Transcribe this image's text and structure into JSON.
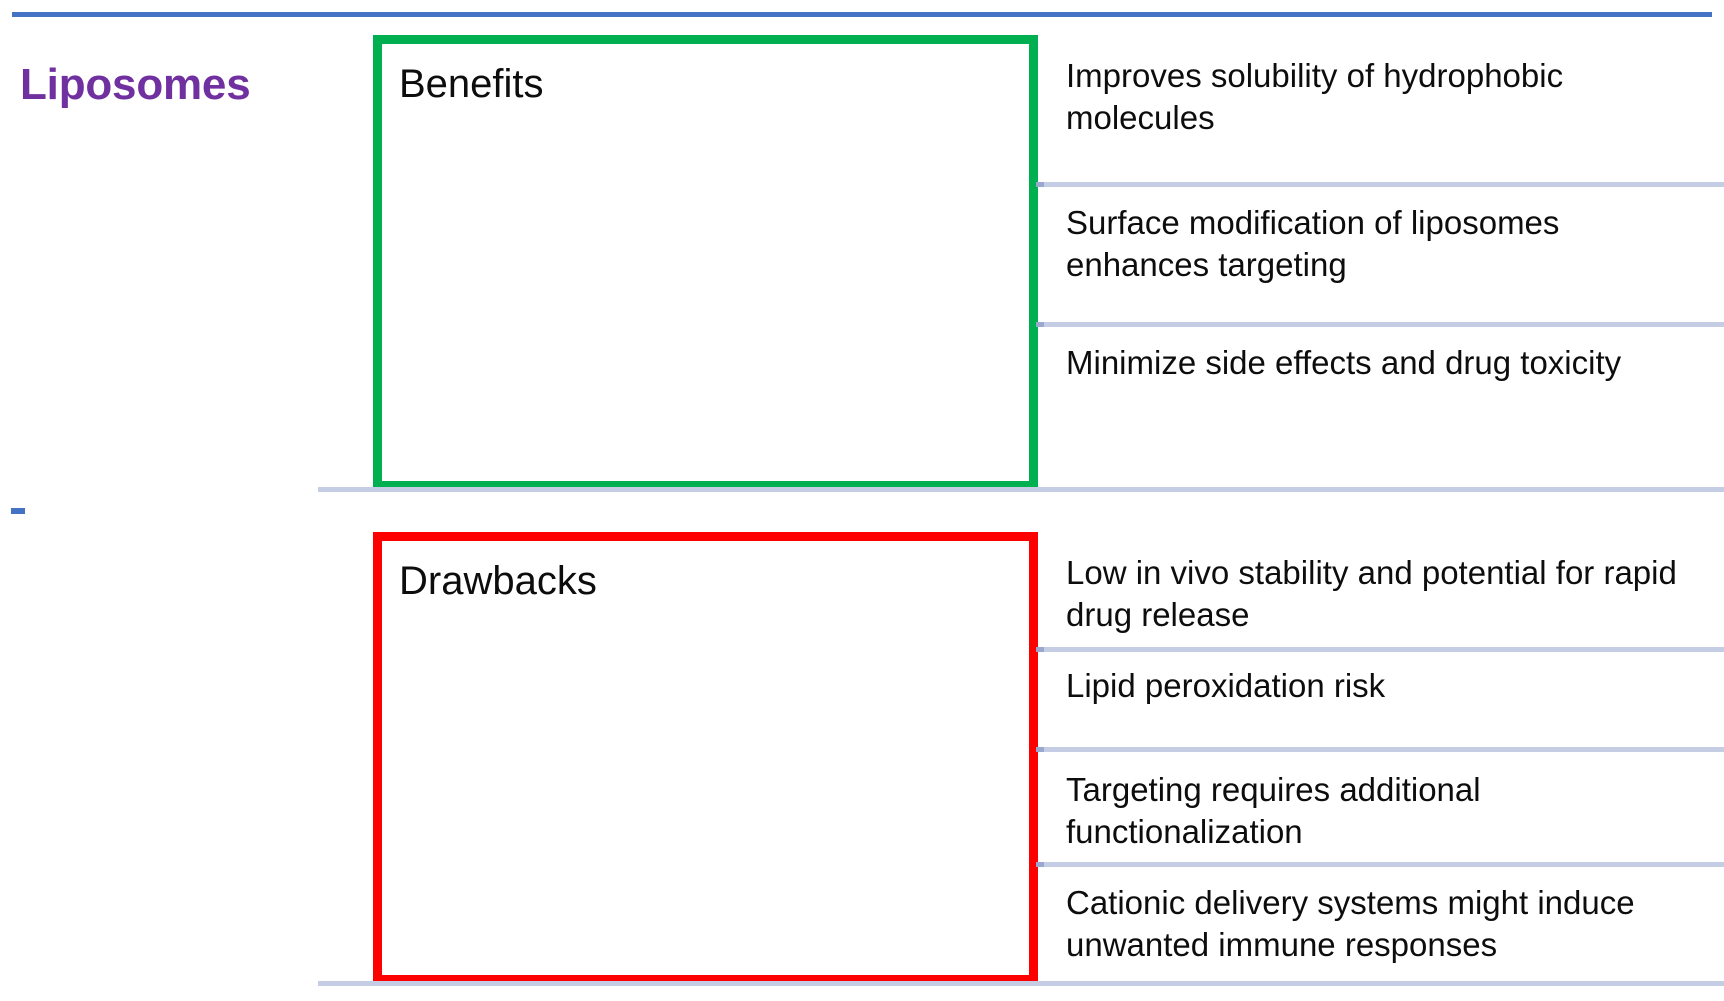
{
  "slide": {
    "title": "Liposomes",
    "title_color": "#7030A0",
    "top_rule_color": "#4472C4",
    "divider_color": "#C5CDE5",
    "background": "#FFFFFF"
  },
  "sections": [
    {
      "label": "Benefits",
      "accent_color": "#00AF50",
      "items": [
        "Improves solubility of hydrophobic molecules",
        "Surface modification of liposomes enhances targeting",
        "Minimize side effects and drug toxicity"
      ]
    },
    {
      "label": "Drawbacks",
      "accent_color": "#FF0000",
      "items": [
        "Low in vivo stability and potential for rapid drug release",
        "Lipid peroxidation risk",
        "Targeting requires additional functionalization",
        "Cationic delivery systems might induce unwanted immune responses"
      ]
    }
  ]
}
